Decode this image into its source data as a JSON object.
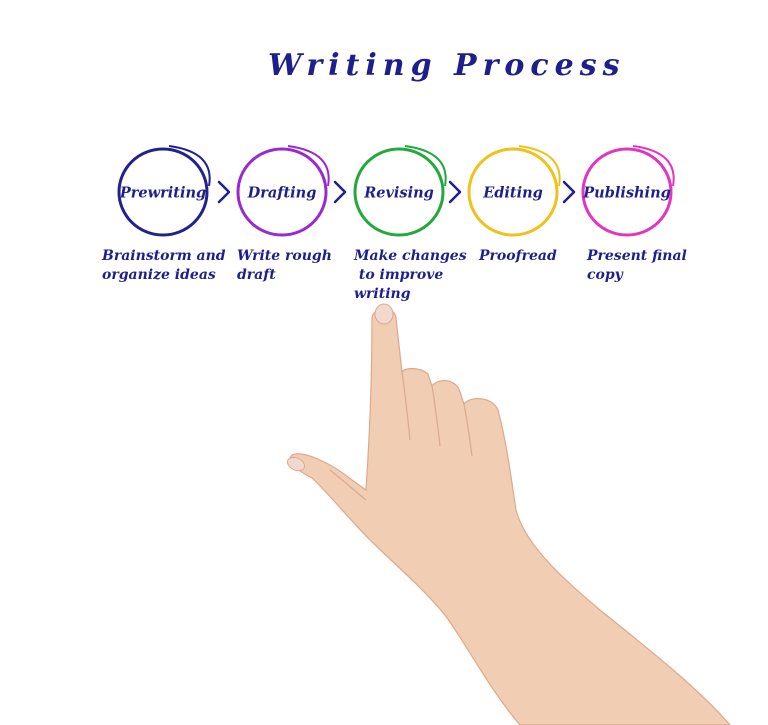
{
  "title": "Writing Process",
  "colors": {
    "text": "#1f1f8c",
    "arrow": "#1f1f8c",
    "skin": "#f0cdb3",
    "skin_shadow": "#dca98d",
    "nail": "#f2d9cf"
  },
  "steps": [
    {
      "label": "Prewriting",
      "color": "#22228f",
      "description": [
        "Brainstorm and",
        "organize ideas"
      ]
    },
    {
      "label": "Drafting",
      "color": "#9a2ad0",
      "description": [
        "Write rough",
        "draft"
      ]
    },
    {
      "label": "Revising",
      "color": "#23a83a",
      "description": [
        "Make changes",
        " to improve",
        "writing"
      ]
    },
    {
      "label": "Editing",
      "color": "#eec21a",
      "description": [
        "Proofread"
      ]
    },
    {
      "label": "Publishing",
      "color": "#e234bf",
      "description": [
        "Present final",
        "copy"
      ]
    }
  ],
  "arrow_glyph": "chevron-right-icon",
  "hand": "pointing-hand-icon"
}
